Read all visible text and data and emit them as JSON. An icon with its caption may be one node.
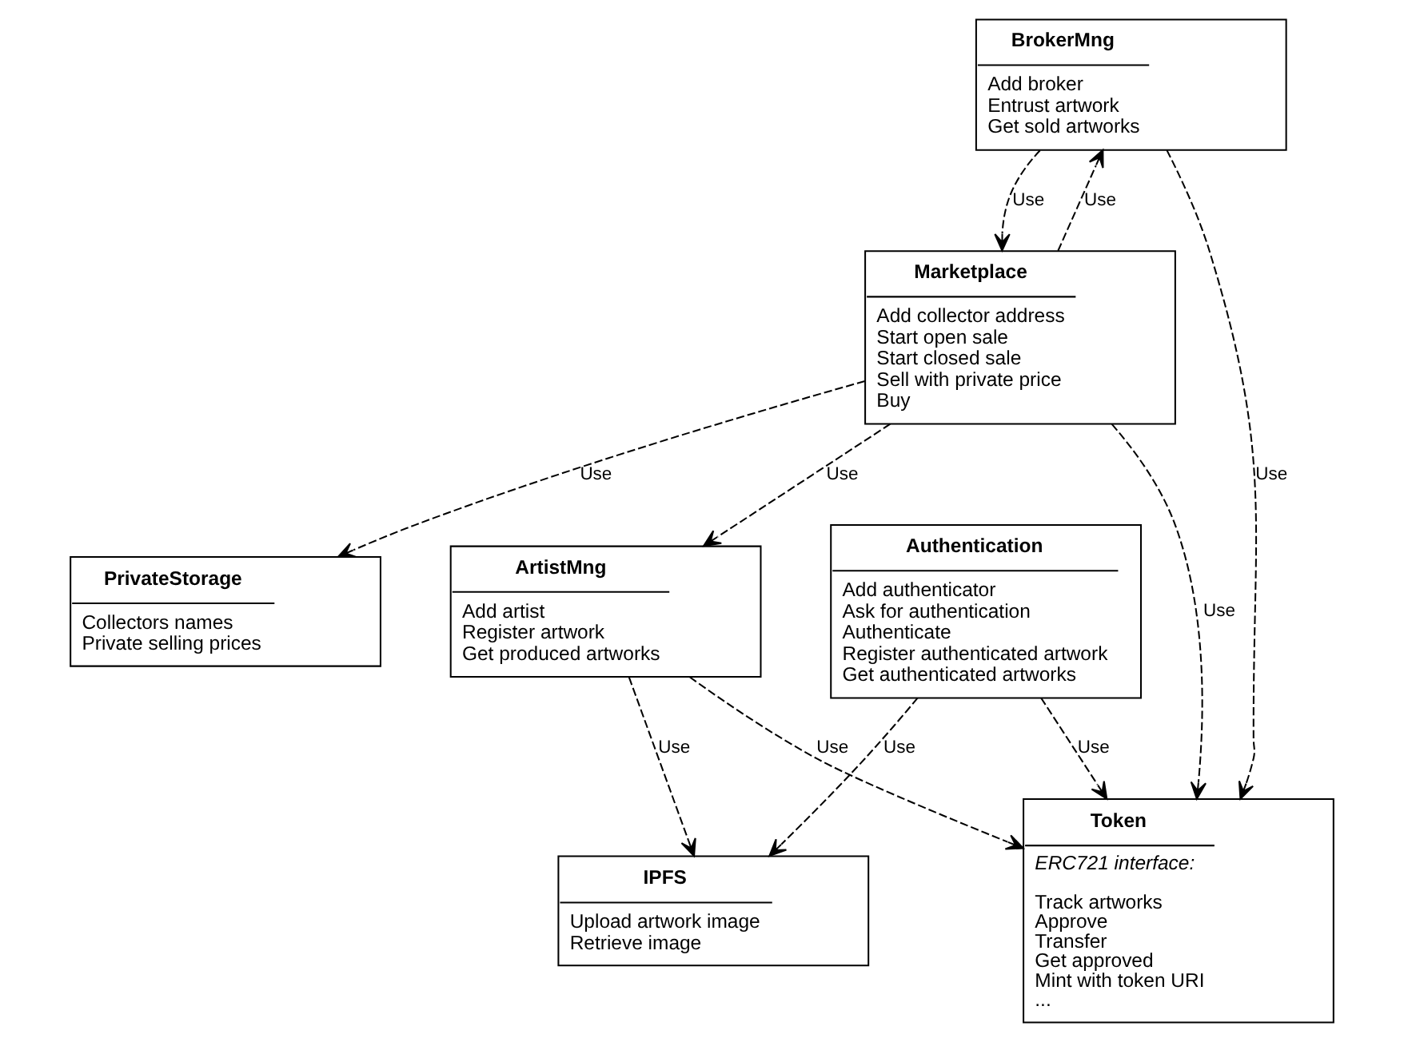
{
  "diagram": {
    "nodes": [
      {
        "text": [
          "Authentication",
          "Add authenticator",
          "Ask for authentication",
          "Authenticate",
          "Register authenticated artwork",
          "Get authenticated artworks"
        ]
      },
      {
        "text": [
          "BrokerMng",
          "Add broker",
          "Entrust artwork",
          "Get sold artworks"
        ]
      },
      {
        "text": [
          "Token",
          "ERC721 interface:",
          "Track artworks",
          "Approve",
          "Transfer",
          "Get approved",
          "Mint with token URI",
          "..."
        ]
      },
      {
        "text": [
          "Marketplace",
          "Add collector address",
          "Start open sale",
          "Start closed sale",
          "Sell with private price",
          "Buy"
        ]
      },
      {
        "text": [
          "IPFS",
          "Upload artwork image",
          "Retrieve image"
        ]
      },
      {
        "text": [
          "PrivateStorage",
          "Collectors names",
          "Private selling prices"
        ]
      },
      {
        "text": [
          "ArtistMng",
          "Add artist",
          "Register artwork",
          "Get produced artworks"
        ]
      }
    ],
    "edges": [
      {
        "from": 0,
        "to": 4,
        "arrow": "to",
        "label": "Use",
        "style": "dashed"
      },
      {
        "from": 0,
        "to": 2,
        "arrow": "to",
        "label": "Use",
        "style": "dashed"
      },
      {
        "from": 1,
        "to": 2,
        "arrow": "to",
        "label": "Use",
        "style": "dashed"
      },
      {
        "from": 1,
        "to": 3,
        "arrow": "to",
        "label": "Use",
        "style": "dashed"
      },
      {
        "from": 3,
        "to": 1,
        "arrow": "to",
        "label": "Use",
        "style": "dashed"
      },
      {
        "from": 3,
        "to": 2,
        "arrow": "to",
        "label": "Use",
        "style": "dashed"
      },
      {
        "from": 3,
        "to": 5,
        "arrow": "to",
        "label": "Use",
        "style": "dashed"
      },
      {
        "from": 3,
        "to": 6,
        "arrow": "to",
        "label": "Use",
        "style": "dashed"
      },
      {
        "from": 6,
        "to": 4,
        "arrow": "to",
        "label": "Use",
        "style": "dashed"
      },
      {
        "from": 6,
        "to": 2,
        "arrow": "to",
        "label": "Use",
        "style": "dashed"
      }
    ]
  }
}
